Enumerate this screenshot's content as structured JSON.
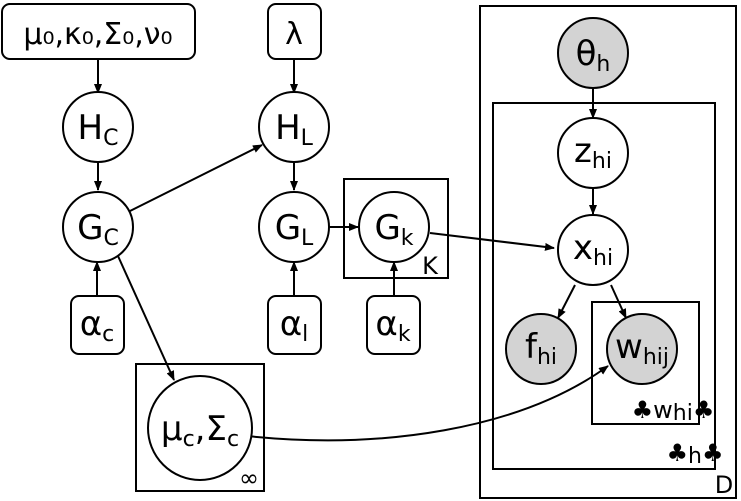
{
  "colors": {
    "stroke": "#000000",
    "observed_fill": "#d3d3d3",
    "latent_fill": "#ffffff",
    "background": "#ffffff"
  },
  "hyperparameters": {
    "base": "μ₀,κ₀,Σ₀,ν₀",
    "lambda": "λ",
    "alpha_c_main": "α",
    "alpha_c_sub": "c",
    "alpha_l_main": "α",
    "alpha_l_sub": "l",
    "alpha_k_main": "α",
    "alpha_k_sub": "k"
  },
  "nodes": {
    "HC": {
      "main": "H",
      "sub": "C"
    },
    "GC": {
      "main": "G",
      "sub": "C"
    },
    "HL": {
      "main": "H",
      "sub": "L"
    },
    "GL": {
      "main": "G",
      "sub": "L"
    },
    "Gk": {
      "main": "G",
      "sub": "k"
    },
    "muSigma": {
      "main": "μ",
      "sub1": "c",
      "mid": ",Σ",
      "sub2": "c"
    },
    "theta": {
      "main": "θ",
      "sub": "h"
    },
    "z": {
      "main": "z",
      "sub": "hi"
    },
    "x": {
      "main": "x",
      "sub": "hi"
    },
    "f": {
      "main": "f",
      "sub": "hi"
    },
    "w": {
      "main": "w",
      "sub": "hij"
    }
  },
  "plates": {
    "K": "K",
    "infinity": "∞",
    "inner_clubs": "♣",
    "inner_w": "w",
    "inner_w_sub": "hi",
    "middle_clubs": "♣",
    "middle_sub": "h",
    "outer_D": "D"
  }
}
